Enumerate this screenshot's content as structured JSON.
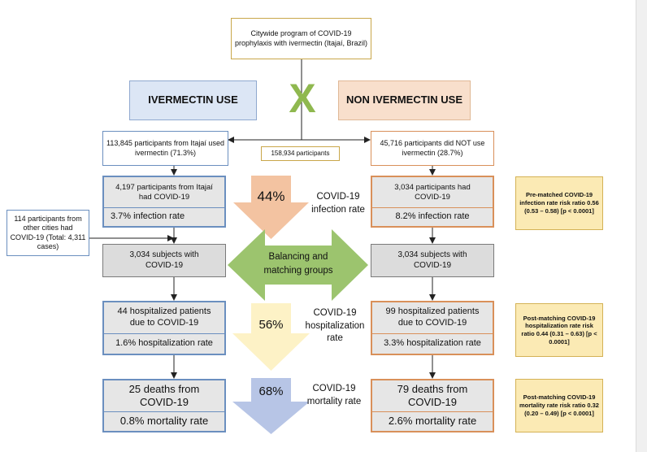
{
  "top_box": "Citywide program of COVID-19 prophylaxis with ivermectin (Itajaí, Brazil)",
  "x_symbol": "X",
  "header_left": "IVERMECTIN USE",
  "header_right": "NON IVERMECTIN USE",
  "total_participants": "158,934 participants",
  "left": {
    "participants": "113,845 participants from Itajaí used ivermectin (71.3%)",
    "covid": "4,197 participants from Itajaí had COVID-19",
    "infection_rate": "3.7% infection rate",
    "other_cities": "114 participants from other cities had COVID-19 (Total: 4,311 cases)",
    "subjects": "3,034 subjects with COVID-19",
    "hospitalized": "44 hospitalized patients due to COVID-19",
    "hospitalization_rate": "1.6% hospitalization rate",
    "deaths": "25 deaths from COVID-19",
    "mortality_rate": "0.8% mortality rate"
  },
  "right": {
    "participants": "45,716 participants did NOT use ivermectin (28.7%)",
    "covid": "3,034 participants had COVID-19",
    "infection_rate": "8.2% infection rate",
    "subjects": "3,034 subjects with COVID-19",
    "hospitalized": "99 hospitalized patients due to COVID-19",
    "hospitalization_rate": "3.3% hospitalization rate",
    "deaths": "79 deaths from COVID-19",
    "mortality_rate": "2.6% mortality rate"
  },
  "middle": {
    "infection_pct": "44%",
    "infection_label": "COVID-19 infection rate",
    "balancing": "Balancing and matching groups",
    "hosp_pct": "56%",
    "hosp_label": "COVID-19 hospitalization rate",
    "mort_pct": "68%",
    "mort_label": "COVID-19 mortality rate"
  },
  "notes": {
    "infection": "Pre-matched COVID-19 infection rate risk ratio 0.56 (0.53 – 0.58) [p < 0.0001]",
    "hospitalization": "Post-matching COVID-19 hospitalization rate risk ratio 0.44 (0.31 – 0.63) [p < 0.0001]",
    "mortality": "Post-matching COVID-19 mortality rate risk ratio 0.32 (0.20 – 0.49) [p < 0.0001]"
  },
  "colors": {
    "ivermectin_header": "#dce6f5",
    "non_ivermectin_header": "#f8dfcc",
    "x_green": "#8fb84f",
    "balance_green": "#9cc46e",
    "infection_arrow": "#f3c3a1",
    "hospitalization_arrow": "#fdf2c6",
    "mortality_arrow": "#b7c5e6",
    "note_fill": "#fbeab4"
  }
}
